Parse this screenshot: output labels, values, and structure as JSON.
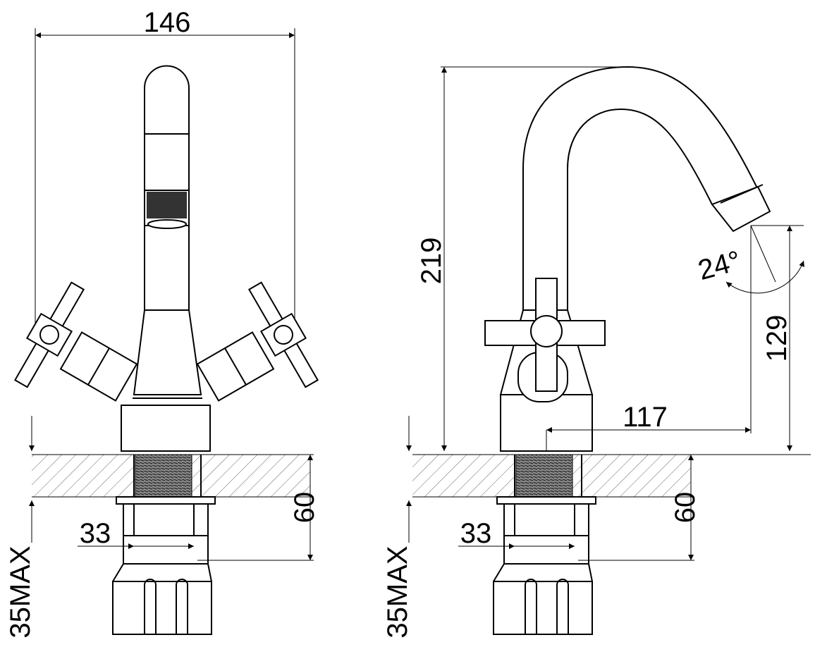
{
  "front_view": {
    "width_label": "146",
    "depth_label": "60",
    "hole_label": "33",
    "max_label": "35MAX"
  },
  "side_view": {
    "height_label": "219",
    "angle_label": "24°",
    "spout_height_label": "129",
    "reach_label": "117",
    "depth_label": "60",
    "hole_label": "33",
    "max_label": "35MAX"
  }
}
